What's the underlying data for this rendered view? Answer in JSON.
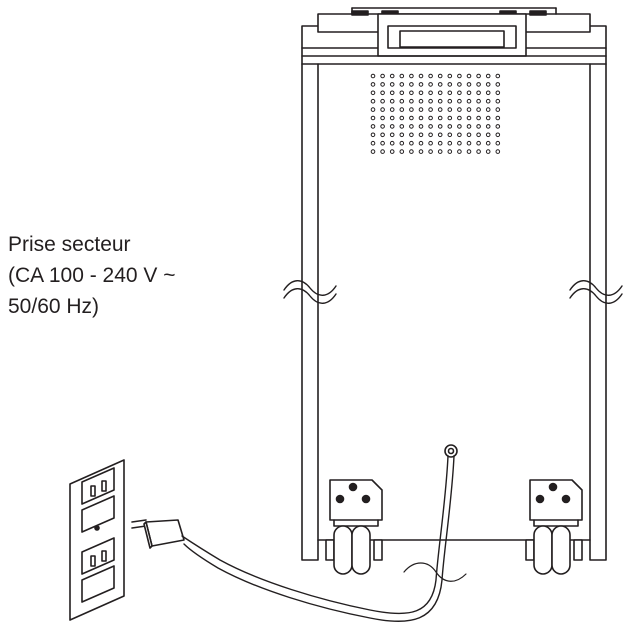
{
  "callout": {
    "lines": [
      "Prise secteur",
      "(CA 100 - 240 V ~",
      "50/60 Hz)"
    ]
  },
  "colors": {
    "line": "#231f20",
    "background": "#ffffff"
  },
  "icons": {
    "outlet": "wall-outlet-icon",
    "plug": "power-plug-icon",
    "caster": "caster-wheel-icon"
  }
}
